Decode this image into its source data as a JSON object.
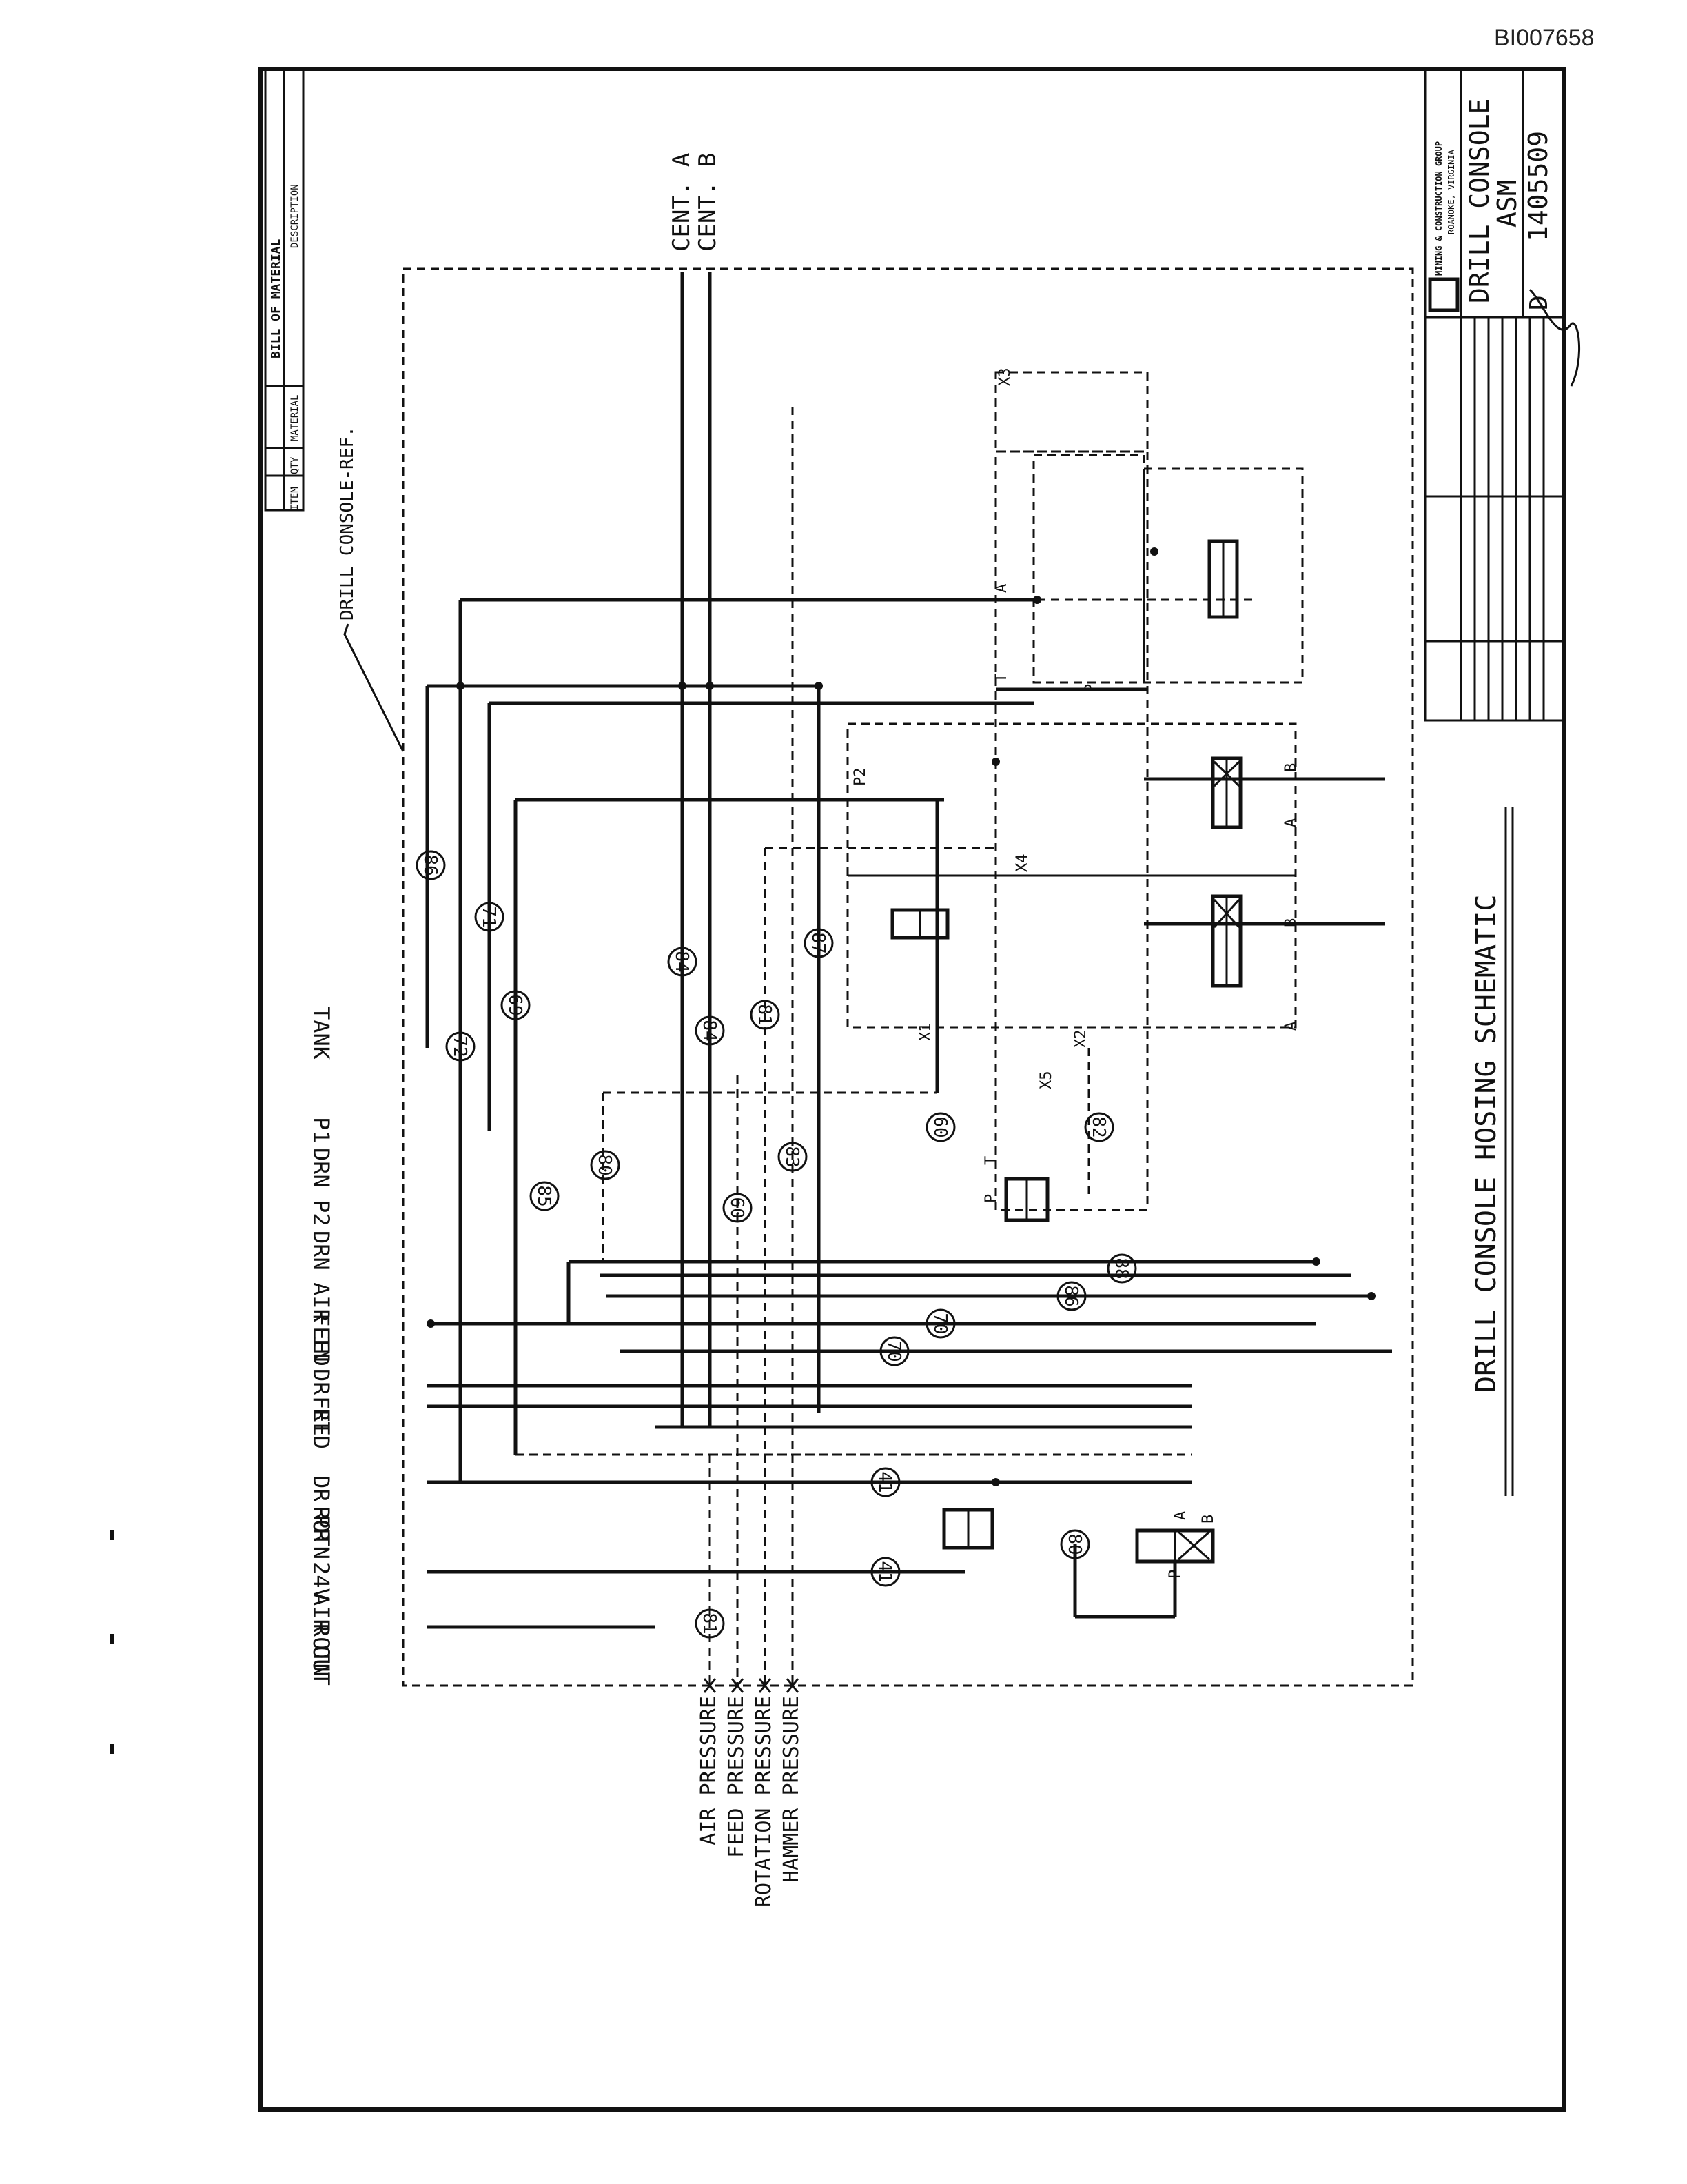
{
  "document_id": "BI007658",
  "bill_of_material": {
    "title": "BILL OF MATERIAL",
    "columns": [
      "ITEM",
      "QTY",
      "MATERIAL",
      "DESCRIPTION"
    ]
  },
  "console_ref": "DRILL CONSOLE-REF.",
  "centralizer_labels": [
    "CENT. A",
    "CENT. B"
  ],
  "port_labels": [
    "TANK",
    "P1",
    "DRN",
    "P2",
    "DRN",
    "AIR IN",
    "FEED",
    "DR RT",
    "FEED",
    "DR PR",
    "ROTN",
    "24V",
    "AIR OUT",
    "ROTN"
  ],
  "gauge_labels": [
    "AIR PRESSURE",
    "FEED PRESSURE",
    "ROTATION PRESSURE",
    "HAMMER PRESSURE"
  ],
  "hose_numbers": [
    "86",
    "71",
    "69",
    "72",
    "85",
    "80",
    "84",
    "84",
    "81",
    "87",
    "83",
    "60",
    "60",
    "82",
    "88",
    "86",
    "70",
    "70",
    "41",
    "41",
    "80",
    "81"
  ],
  "valve_port_labels": [
    "X3",
    "A",
    "T",
    "P",
    "P2",
    "X4",
    "X1",
    "X5",
    "X2",
    "A",
    "B",
    "A",
    "B",
    "P",
    "T",
    "A",
    "B",
    "P"
  ],
  "diagram_title": "DRILL CONSOLE HOSING SCHEMATIC",
  "title_block": {
    "company": "MINING & CONSTRUCTION GROUP",
    "location": "ROANOKE, VIRGINIA",
    "drawing_title_line1": "DRILL CONSOLE",
    "drawing_title_line2": "ASM",
    "size": "D",
    "drawing_number": "1405509"
  }
}
